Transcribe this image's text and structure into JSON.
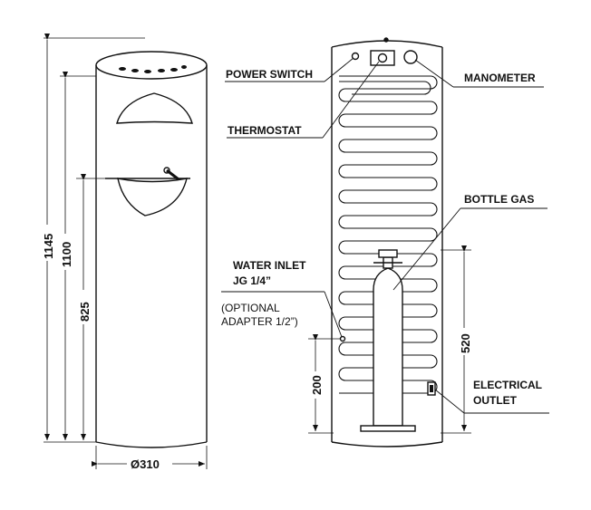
{
  "labels": {
    "power_switch": "POWER SWITCH",
    "thermostat": "THERMOSTAT",
    "manometer": "MANOMETER",
    "bottle_gas": "BOTTLE GAS",
    "water_inlet_line1": "WATER INLET",
    "water_inlet_line2": "JG 1/4”",
    "optional_line1": "(OPTIONAL",
    "optional_line2": "ADAPTER 1/2”)",
    "electrical_line1": "ELECTRICAL",
    "electrical_line2": "OUTLET"
  },
  "dimensions": {
    "total_height": "1145",
    "body_height": "1100",
    "dispense_height": "825",
    "diameter": "Ø310",
    "bottle_height": "520",
    "inlet_height": "200"
  },
  "colors": {
    "line": "#111111",
    "background": "#ffffff"
  }
}
